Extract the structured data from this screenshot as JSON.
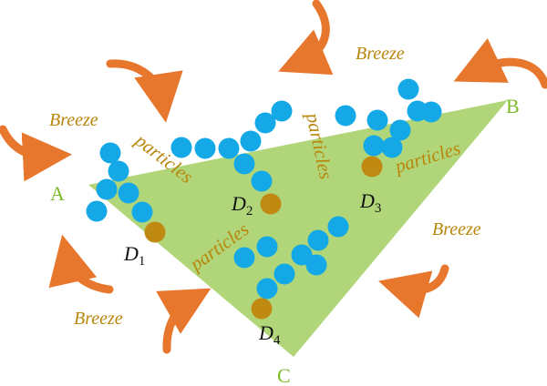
{
  "vertices": {
    "a": "A",
    "b": "B",
    "c": "C"
  },
  "breeze_label": "Breeze",
  "particles_label": "particles",
  "devices": [
    {
      "letter": "D",
      "sub": "1"
    },
    {
      "letter": "D",
      "sub": "2"
    },
    {
      "letter": "D",
      "sub": "3"
    },
    {
      "letter": "D",
      "sub": "4"
    }
  ],
  "colors": {
    "triangle_fill": "#a9d26a",
    "vertex_label": "#7dbb2a",
    "particle": "#14a9e6",
    "device_node": "#c08a12",
    "arrow": "#e8772e",
    "breeze_text": "#b8860b",
    "particles_text": "#b8860b"
  },
  "icons": {
    "wind_arrow": "curved-arrow-icon",
    "particle": "circle-icon",
    "device": "filled-circle-icon"
  }
}
